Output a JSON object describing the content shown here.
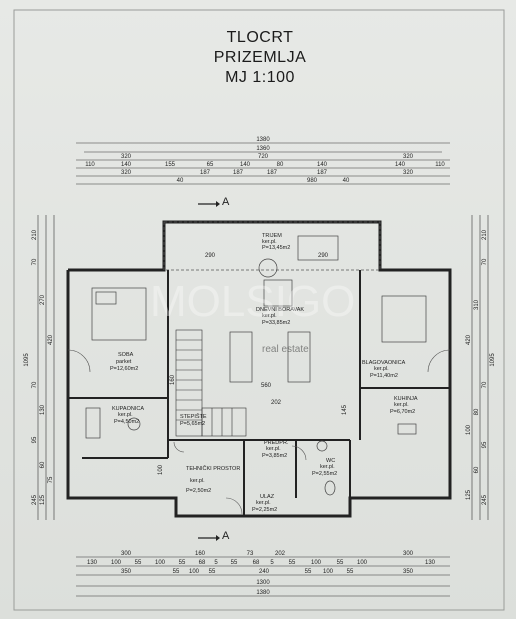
{
  "title": {
    "line1": "TLOCRT",
    "line2": "PRIZEMLJA",
    "line3": "MJ 1:100"
  },
  "section_marks": {
    "top": "A",
    "bottom": "A"
  },
  "watermark": {
    "brand": "MOLSIGO",
    "sub": "real estate"
  },
  "top_dims": {
    "row1": [
      "1380"
    ],
    "row2": [
      "1360"
    ],
    "row3": [
      "320",
      "720",
      "320"
    ],
    "row4": [
      "110",
      "140",
      "155",
      "65",
      "140",
      "80",
      "140",
      "140",
      "110"
    ],
    "row5": [
      "320",
      "187",
      "187",
      "187",
      "187",
      "320"
    ],
    "row6": [
      "40",
      "980",
      "40"
    ]
  },
  "bottom_dims": {
    "row1": [
      "300",
      "160",
      "73",
      "202",
      "300"
    ],
    "row2": [
      "130",
      "100",
      "55",
      "100",
      "55",
      "68",
      "5",
      "55",
      "68",
      "5",
      "55",
      "100",
      "55",
      "100",
      "130"
    ],
    "row3": [
      "350",
      "55",
      "100",
      "55",
      "240",
      "55",
      "100",
      "55",
      "350"
    ],
    "row4": [
      "1300"
    ],
    "row5": [
      "1380"
    ]
  },
  "left_dims": [
    "210",
    "70",
    "270",
    "420",
    "70",
    "130",
    "95",
    "60",
    "75",
    "125",
    "245",
    "1095"
  ],
  "right_dims": [
    "210",
    "70",
    "310",
    "420",
    "70",
    "80",
    "100",
    "95",
    "60",
    "125",
    "245",
    "1095"
  ],
  "inner_dims": [
    "290",
    "290",
    "560",
    "202",
    "145",
    "100",
    "160"
  ],
  "rooms": [
    {
      "name": "TRIJEM",
      "floor": "ker.pl.",
      "area": "P=13,45m2"
    },
    {
      "name": "DNEVNI BORAVAK",
      "floor": "ker.pl.",
      "area": "P=33,85m2"
    },
    {
      "name": "SOBA",
      "floor": "parket",
      "area": "P=12,60m2"
    },
    {
      "name": "BLAGOVAONICA",
      "floor": "ker.pl.",
      "area": "P=11,40m2"
    },
    {
      "name": "KUHINJA",
      "floor": "ker.pl.",
      "area": "P=6,70m2"
    },
    {
      "name": "KUPAONICA",
      "floor": "ker.pl.",
      "area": "P=4,50m2"
    },
    {
      "name": "STEPIŠTE",
      "floor": "",
      "area": "P=5,65m2"
    },
    {
      "name": "PREDPR.",
      "floor": "ker.pl.",
      "area": "P=3,85m2"
    },
    {
      "name": "WC",
      "floor": "ker.pl.",
      "area": "P=2,55m2"
    },
    {
      "name": "TEHNIČKI PROSTOR",
      "floor": "ker.pl.",
      "area": "P=2,50m2"
    },
    {
      "name": "ULAZ",
      "floor": "ker.pl.",
      "area": "P=2,25m2"
    }
  ]
}
